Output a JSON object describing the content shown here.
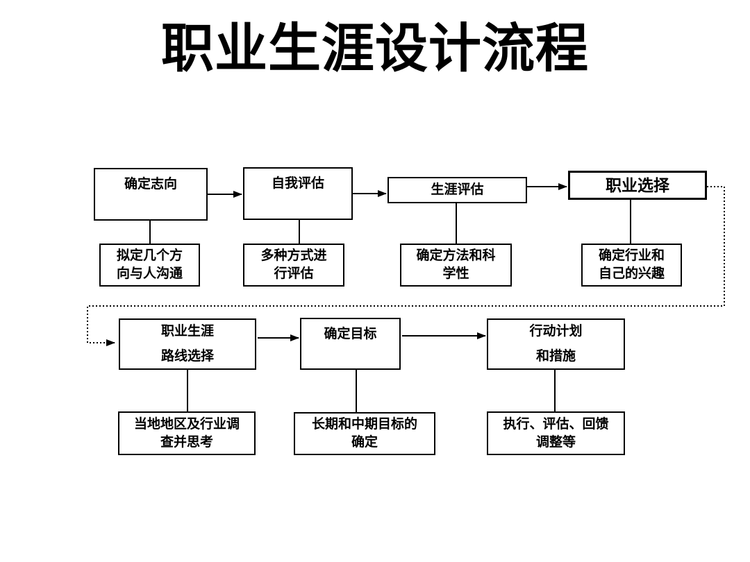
{
  "title": "职业生涯设计流程",
  "colors": {
    "ink": "#000000",
    "background": "#ffffff"
  },
  "flowchart": {
    "top_row": [
      {
        "label": "确定志向",
        "sub": {
          "line1": "拟定几个方",
          "line2": "向与人沟通"
        }
      },
      {
        "label": "自我评估",
        "sub": {
          "line1": "多种方式进",
          "line2": "行评估"
        }
      },
      {
        "label": "生涯评估",
        "sub": {
          "line1": "确定方法和科",
          "line2": "学性"
        }
      },
      {
        "label": "职业选择",
        "sub": {
          "line1": "确定行业和",
          "line2": "自己的兴趣"
        }
      }
    ],
    "bottom_row": [
      {
        "line1": "职业生涯",
        "line2": "路线选择",
        "sub": {
          "line1": "当地地区及行业调",
          "line2": "查并思考"
        }
      },
      {
        "label": "确定目标",
        "sub": {
          "line1": "长期和中期目标的",
          "line2": "确定"
        }
      },
      {
        "line1": "行动计划",
        "line2": "和措施",
        "sub": {
          "line1": "执行、评估、回馈",
          "line2": "调整等"
        }
      }
    ]
  }
}
